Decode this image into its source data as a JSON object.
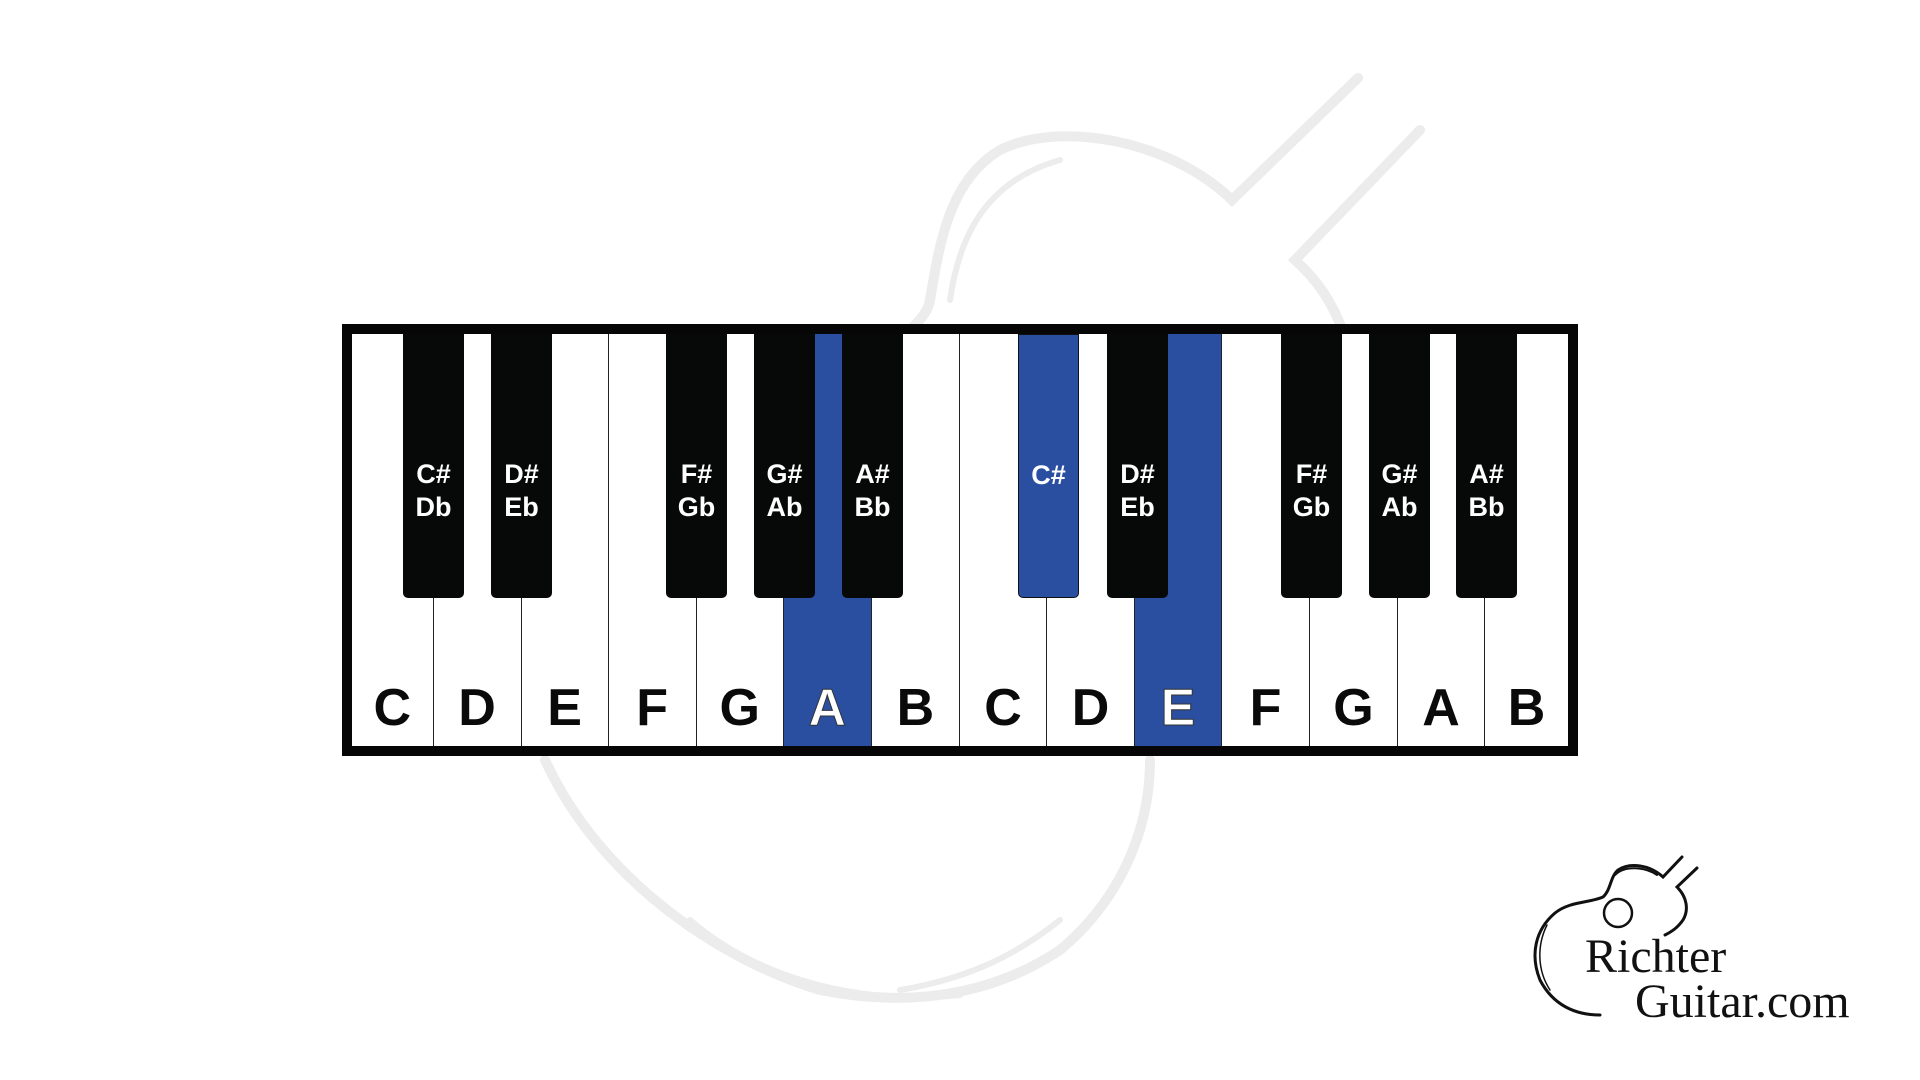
{
  "colors": {
    "highlight": "#2a4fa0",
    "black_key": "#070808",
    "frame": "#060606",
    "watermark": "#ececec"
  },
  "keyboard": {
    "white_keys": [
      {
        "label": "C",
        "highlighted": false
      },
      {
        "label": "D",
        "highlighted": false
      },
      {
        "label": "E",
        "highlighted": false
      },
      {
        "label": "F",
        "highlighted": false
      },
      {
        "label": "G",
        "highlighted": false
      },
      {
        "label": "A",
        "highlighted": true
      },
      {
        "label": "B",
        "highlighted": false
      },
      {
        "label": "C",
        "highlighted": false
      },
      {
        "label": "D",
        "highlighted": false
      },
      {
        "label": "E",
        "highlighted": true
      },
      {
        "label": "F",
        "highlighted": false
      },
      {
        "label": "G",
        "highlighted": false
      },
      {
        "label": "A",
        "highlighted": false
      },
      {
        "label": "B",
        "highlighted": false
      }
    ],
    "black_keys": [
      {
        "sharp": "C#",
        "flat": "Db",
        "highlighted": false
      },
      {
        "sharp": "D#",
        "flat": "Eb",
        "highlighted": false
      },
      {
        "sharp": "F#",
        "flat": "Gb",
        "highlighted": false
      },
      {
        "sharp": "G#",
        "flat": "Ab",
        "highlighted": false
      },
      {
        "sharp": "A#",
        "flat": "Bb",
        "highlighted": false
      },
      {
        "sharp": "C#",
        "flat": "",
        "highlighted": true
      },
      {
        "sharp": "D#",
        "flat": "Eb",
        "highlighted": false
      },
      {
        "sharp": "F#",
        "flat": "Gb",
        "highlighted": false
      },
      {
        "sharp": "G#",
        "flat": "Ab",
        "highlighted": false
      },
      {
        "sharp": "A#",
        "flat": "Bb",
        "highlighted": false
      }
    ]
  },
  "logo": {
    "line1": "Richter",
    "line2": "Guitar.com",
    "icon": "guitar-outline-icon"
  }
}
